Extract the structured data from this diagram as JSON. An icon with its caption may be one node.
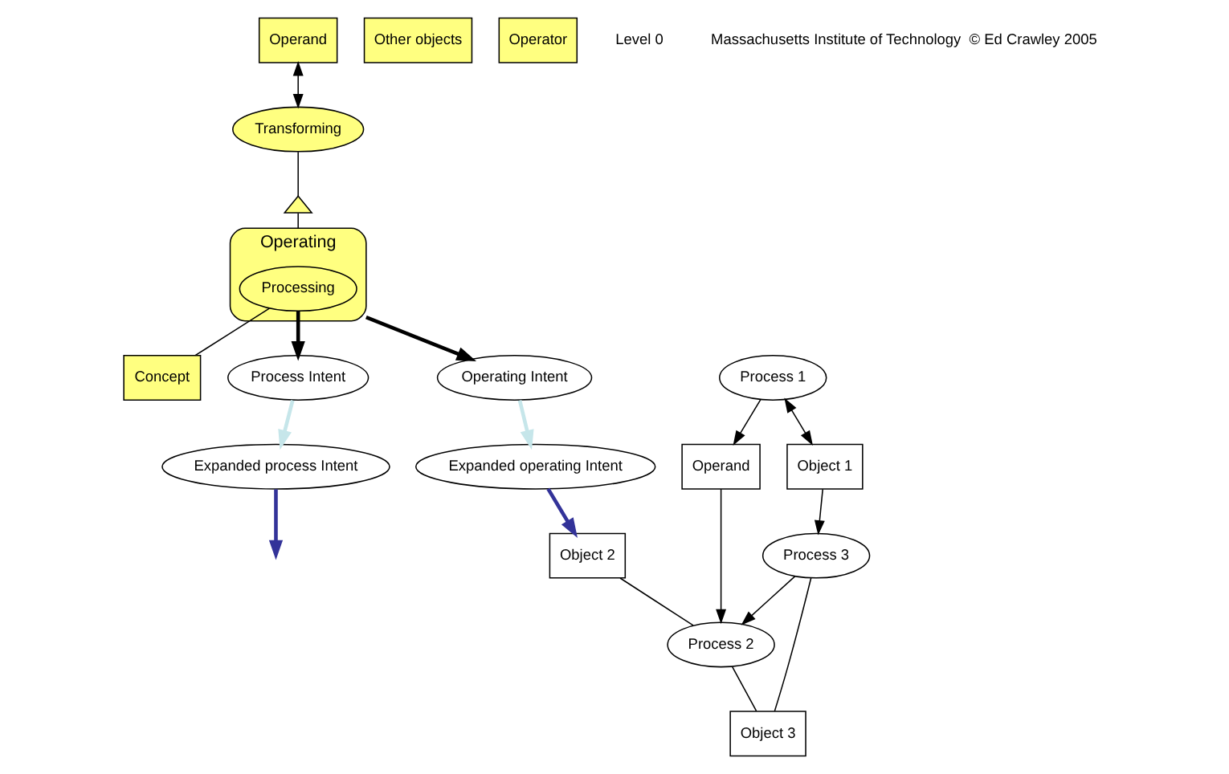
{
  "diagram": {
    "nodes": [
      {
        "text": [
          "Operand"
        ]
      },
      {
        "text": [
          "Transforming"
        ]
      },
      {
        "text": [],
        "shape": "triangle"
      },
      {
        "text": [
          "Operating"
        ]
      },
      {
        "text": [
          "Processing"
        ],
        "in": 3
      },
      {
        "text": [
          "Concept"
        ]
      },
      {
        "text": [
          "Other objects"
        ]
      },
      {
        "text": [
          "Operator"
        ]
      },
      {
        "text": [
          "Process Intent"
        ]
      },
      {
        "text": [
          "Expanded process Intent"
        ]
      },
      {
        "text": [
          "Process 1"
        ]
      },
      {
        "text": [
          "Operand"
        ]
      },
      {
        "text": [
          "Object 2"
        ]
      },
      {
        "text": [
          "Object 1"
        ]
      },
      {
        "text": [
          "Process 2"
        ]
      },
      {
        "text": [
          "Process 3"
        ]
      },
      {
        "text": [
          "Object 3"
        ]
      },
      {
        "text": [
          "Expanded operating Intent"
        ]
      },
      {
        "text": [
          "Operating Intent"
        ]
      }
    ],
    "edges": [
      {
        "from": 0,
        "to": 1,
        "arrow": "both"
      },
      {
        "from": 1,
        "to": 2,
        "arrow": "none"
      },
      {
        "from": 2,
        "to": 3,
        "arrow": "none"
      },
      {
        "from": 4,
        "to": 5,
        "arrow": "none"
      },
      {
        "from": 4,
        "to": 8,
        "arrow": "to",
        "style": "thick"
      },
      {
        "from": 3,
        "to": 18,
        "arrow": "to",
        "style": "thick"
      },
      {
        "from": 8,
        "to": 9,
        "arrow": "to",
        "style": "thick",
        "color": "#c6e6ea"
      },
      {
        "from": 9,
        "to": null,
        "arrow": "to",
        "style": "thick",
        "color": "#333399"
      },
      {
        "from": 18,
        "to": 17,
        "arrow": "to",
        "style": "thick",
        "color": "#c6e6ea"
      },
      {
        "from": 17,
        "to": 12,
        "arrow": "to",
        "style": "thick",
        "color": "#333399"
      },
      {
        "from": 10,
        "to": 11,
        "arrow": "to"
      },
      {
        "from": 10,
        "to": 13,
        "arrow": "both"
      },
      {
        "from": 11,
        "to": 14,
        "arrow": "to"
      },
      {
        "from": 12,
        "to": 14,
        "arrow": "none"
      },
      {
        "from": 13,
        "to": 15,
        "arrow": "to"
      },
      {
        "from": 15,
        "to": 14,
        "arrow": "to"
      },
      {
        "from": 15,
        "to": 16,
        "arrow": "none"
      },
      {
        "from": 14,
        "to": 16,
        "arrow": "none"
      }
    ],
    "labels": [
      "Level 0",
      "Massachusetts Institute of Technology  © Ed Crawley 2005"
    ]
  }
}
